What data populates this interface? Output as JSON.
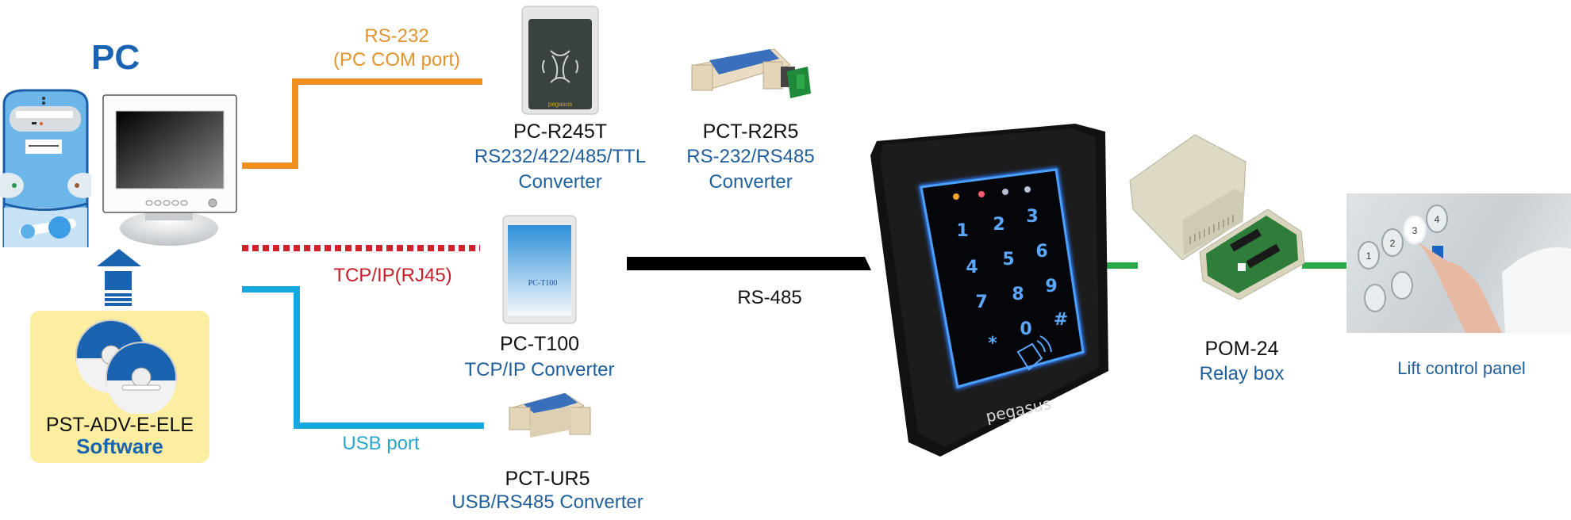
{
  "diagram": {
    "title": "PC",
    "colors": {
      "rs232": "#f0901e",
      "tcpip": "#d0202a",
      "usb": "#15a8e0",
      "rs485": "#000000",
      "relay_link": "#2ba84a",
      "label_blue": "#1f5f9c",
      "title_blue": "#1a63b0",
      "software_bg": "#fbeea0"
    },
    "pc": {
      "label": "PC"
    },
    "software": {
      "model": "PST-ADV-E-ELE",
      "label": "Software"
    },
    "connections": {
      "rs232": {
        "line1": "RS-232",
        "line2": "(PC COM port)"
      },
      "tcpip": {
        "label": "TCP/IP(RJ45)"
      },
      "usb": {
        "label": "USB port"
      },
      "rs485": {
        "label": "RS-485"
      }
    },
    "devices": [
      {
        "id": "pc-r245t",
        "model": "PC-R245T",
        "desc1": "RS232/422/485/TTL",
        "desc2": "Converter"
      },
      {
        "id": "pct-r2r5",
        "model": "PCT-R2R5",
        "desc1": "RS-232/RS485",
        "desc2": "Converter"
      },
      {
        "id": "pc-t100",
        "model": "PC-T100",
        "desc1": "TCP/IP  Converter",
        "screen_text": "PC-T100"
      },
      {
        "id": "pct-ur5",
        "model": "PCT-UR5",
        "desc1": "USB/RS485  Converter"
      },
      {
        "id": "pom-24",
        "model": "POM-24",
        "desc1": "Relay box"
      },
      {
        "id": "lift-panel",
        "desc1": "Lift control panel"
      }
    ],
    "keypad": {
      "brand": "pegasus",
      "keys": [
        "1",
        "2",
        "3",
        "4",
        "5",
        "6",
        "7",
        "8",
        "9",
        "*",
        "0",
        "#"
      ],
      "leds": [
        "#f5a623",
        "#ff5a6e",
        "#b8c0d8",
        "#b8c0d8"
      ]
    },
    "lift_buttons": [
      "1",
      "2",
      "3",
      "4"
    ]
  }
}
